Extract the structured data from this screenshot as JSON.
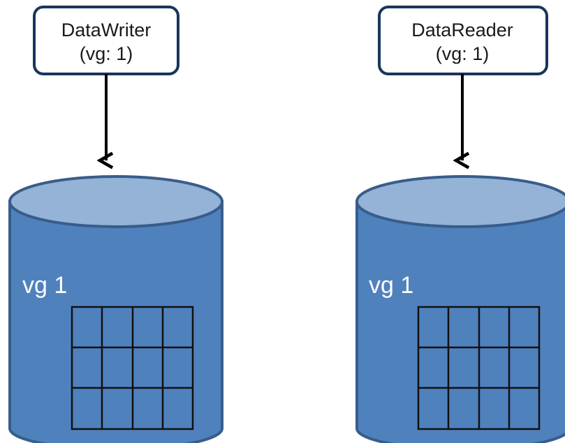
{
  "writer": {
    "name": "DataWriter",
    "group": "(vg: 1)"
  },
  "reader": {
    "name": "DataReader",
    "group": "(vg: 1)"
  },
  "left_store": {
    "label": "vg 1"
  },
  "right_store": {
    "label": "vg 1"
  },
  "colors": {
    "cylinder_body": "#4f81bd",
    "cylinder_top": "#95b3d7",
    "cylinder_outline": "#385d8a",
    "box_outline": "#17365d",
    "grid_line": "#111111",
    "arrow": "#000000"
  }
}
